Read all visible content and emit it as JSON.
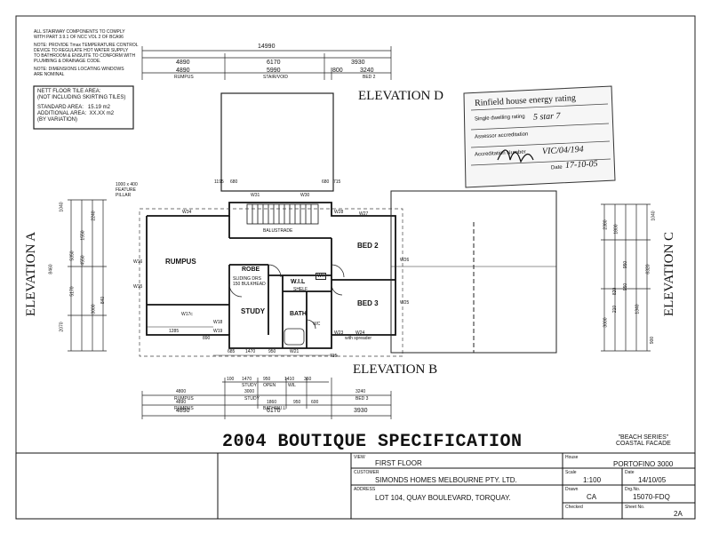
{
  "notes": {
    "line1": "ALL STAIRWAY COMPONENTS TO COMPLY",
    "line2": "WITH PART 3.9.1 OF NCC VOL 2 OF BCA96",
    "line3": "NOTE: PROVIDE Tmax TEMPERATURE CONTROL",
    "line4": "DEVICE TO REGULATE HOT WATER SUPPLY",
    "line5": "TO BATHROOM & ENSUITE TO CONFORM WITH",
    "line6": "PLUMBING & DRAINAGE CODE.",
    "line7": "NOTE: DIMENSIONS LOCATING WINDOWS",
    "line8": "ARE NOMINAL"
  },
  "floor_area": {
    "title1": "NETT FLOOR TILE AREA:",
    "title2": "(NOT INCLUDING SKIRTING TILES)",
    "standard_label": "STANDARD AREA:",
    "standard_value": "15.19 m2",
    "additional_label": "ADDITIONAL AREA:",
    "additional_value": "XX.XX m2",
    "variation": "(BY VARIATION)"
  },
  "elevations": {
    "a": "ELEVATION A",
    "b": "ELEVATION B",
    "c": "ELEVATION C",
    "d": "ELEVATION D"
  },
  "stamp": {
    "title": "Rinfield house energy rating",
    "line1": "Single dwelling rating",
    "value1": "5 star 7",
    "line2": "Assessor accreditation",
    "line3": "Accreditation Number",
    "code": "VIC/04/194",
    "date_label": "Date",
    "date": "17-10-05"
  },
  "rooms": {
    "rumpus": "RUMPUS",
    "bed2": "BED 2",
    "bed3": "BED 3",
    "study": "STUDY",
    "robe": "ROBE",
    "wil": "W.I.L",
    "bath": "BATH",
    "shelf": "SHELF",
    "wc": "WC",
    "wh": "WH",
    "balustrade": "BALUSTRADE",
    "bulkhead": "SLIDING DRS 150 BULKHEAD",
    "feature_pillar": "1000 x 400 FEATURE PILLAR",
    "spreader": "with spreader"
  },
  "dims_top": {
    "overall": "14990",
    "r1": [
      "4890",
      "6170",
      "3930"
    ],
    "r2": [
      "4890",
      "5990",
      "800",
      "3240"
    ],
    "r2_sub": [
      "RUMPUS",
      "STAIR/VOID",
      "",
      "BED 2"
    ],
    "plan_top": [
      "1195",
      "680",
      "W31",
      "W30",
      "680",
      "715"
    ]
  },
  "dims_bottom": {
    "r1": [
      "100",
      "1470",
      "950",
      "1410",
      "360"
    ],
    "r1_sub": [
      "",
      "STUDY",
      "OPEN",
      "WIL",
      ""
    ],
    "r2": [
      "4800",
      "3000",
      "3240"
    ],
    "r2_sub": [
      "RUMPUS",
      "STUDY",
      "BED 3"
    ],
    "r3": [
      "4890",
      "1860",
      "950",
      "600"
    ],
    "r3_sub": [
      "RUMPUS",
      "BATH/W.I.L",
      "W.I.L",
      ""
    ],
    "r4": [
      "4890",
      "6170",
      "3930"
    ],
    "plan_bottom": [
      "685",
      "1470",
      "950",
      "W21",
      "715",
      "1285",
      "890"
    ]
  },
  "dims_left": [
    "1040",
    "8460",
    "5350",
    "5170",
    "4550",
    "1550",
    "3000",
    "2070",
    "2240",
    "840"
  ],
  "dims_right": [
    "1040",
    "2380",
    "1800",
    "6320",
    "3000",
    "950",
    "950",
    "820",
    "210",
    "1340",
    "900"
  ],
  "windows": [
    "W34",
    "W28",
    "W27",
    "W26",
    "W25",
    "W24",
    "W23",
    "W18",
    "W17c",
    "W16",
    "W15",
    "W19"
  ],
  "title": "2004 BOUTIQUE SPECIFICATION",
  "series": {
    "line1": "\"BEACH SERIES\"",
    "line2": "COASTAL FACADE"
  },
  "title_block": {
    "view_label": "VIEW",
    "view_value": "FIRST FLOOR",
    "customer_label": "CUSTOMER",
    "customer_value": "SIMONDS HOMES MELBOURNE PTY. LTD.",
    "address_label": "ADDRESS",
    "address_value": "LOT 104, QUAY BOULEVARD, TORQUAY.",
    "house_label": "House",
    "house_value": "PORTOFINO 3000",
    "scale_label": "Scale",
    "scale_value": "1:100",
    "date_label": "Date",
    "date_value": "14/10/05",
    "drawn_label": "Drawn",
    "drawn_value": "CA",
    "drg_label": "Drg.No.",
    "drg_value": "15070-FDQ",
    "checked_label": "Checked",
    "sheet_label": "Sheet No.",
    "sheet_value": "2A"
  }
}
